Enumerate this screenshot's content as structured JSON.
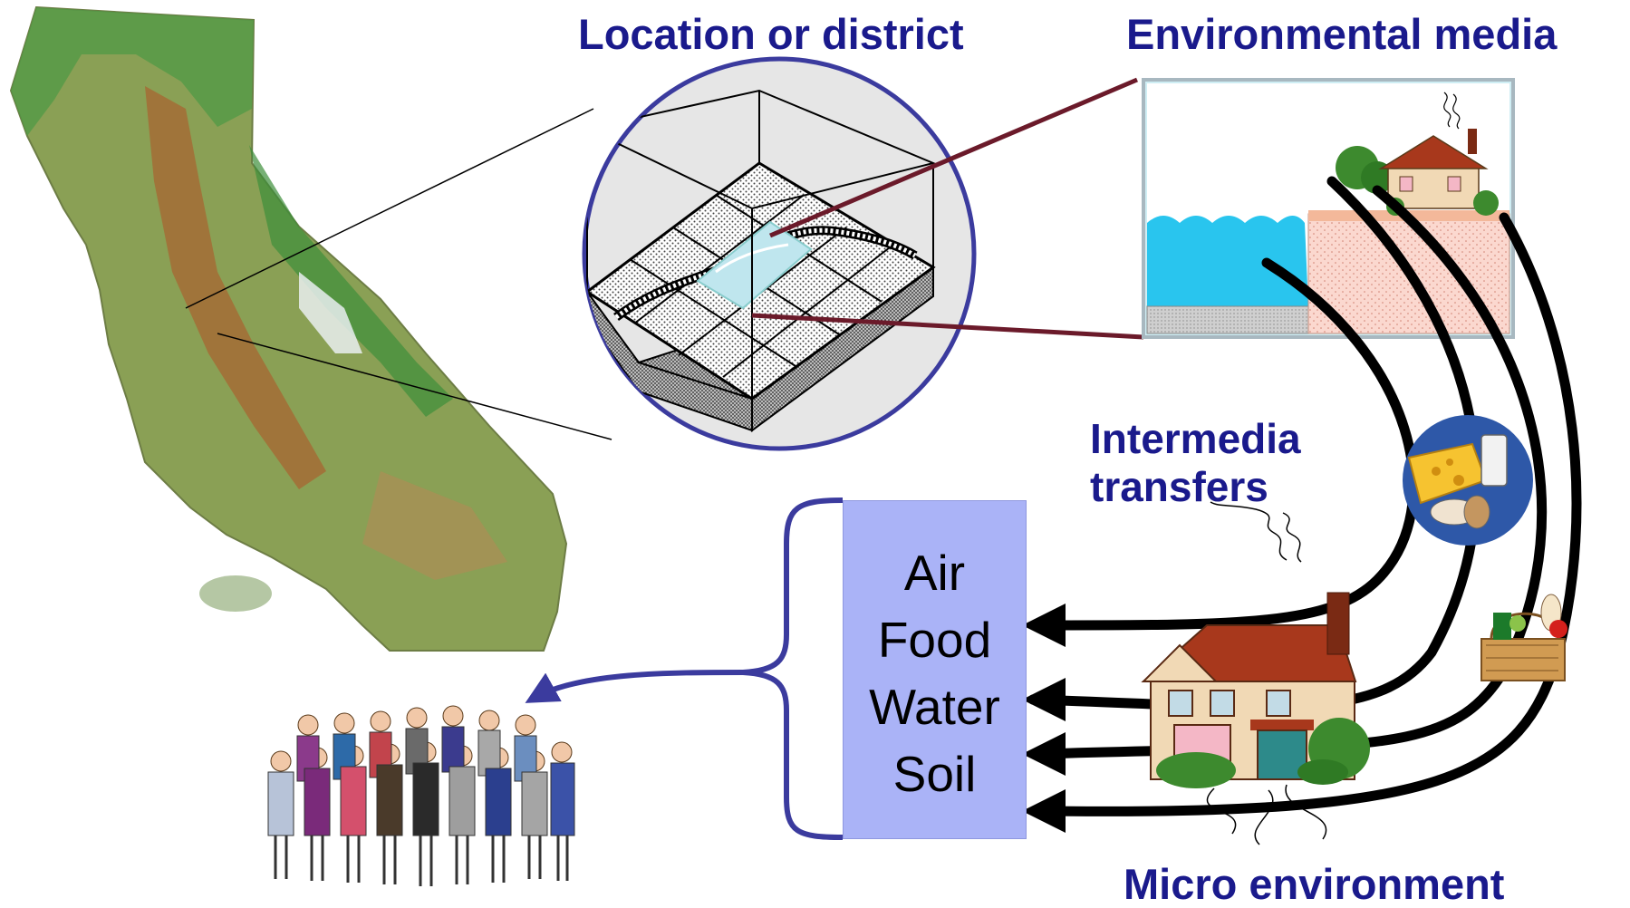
{
  "headings": {
    "location": "Location or district",
    "environmental_media": "Environmental media",
    "intermedia_line1": "Intermedia",
    "intermedia_line2": "transfers",
    "micro_environment": "Micro environment"
  },
  "exposure_media": [
    "Air",
    "Food",
    "Water",
    "Soil"
  ],
  "colors": {
    "heading": "#1a1a8c",
    "media_box": "#aab3f7",
    "connector": "#6b1a2a",
    "brace": "#3b3b9e",
    "water": "#29c5ee",
    "soil": "#fbd8cf",
    "magnifier_ring": "#3b3b9e"
  },
  "icons": [
    "california-map",
    "landscape-grid-model",
    "house-icon",
    "cheese-milk-icon",
    "food-basket-icon",
    "population-group"
  ]
}
